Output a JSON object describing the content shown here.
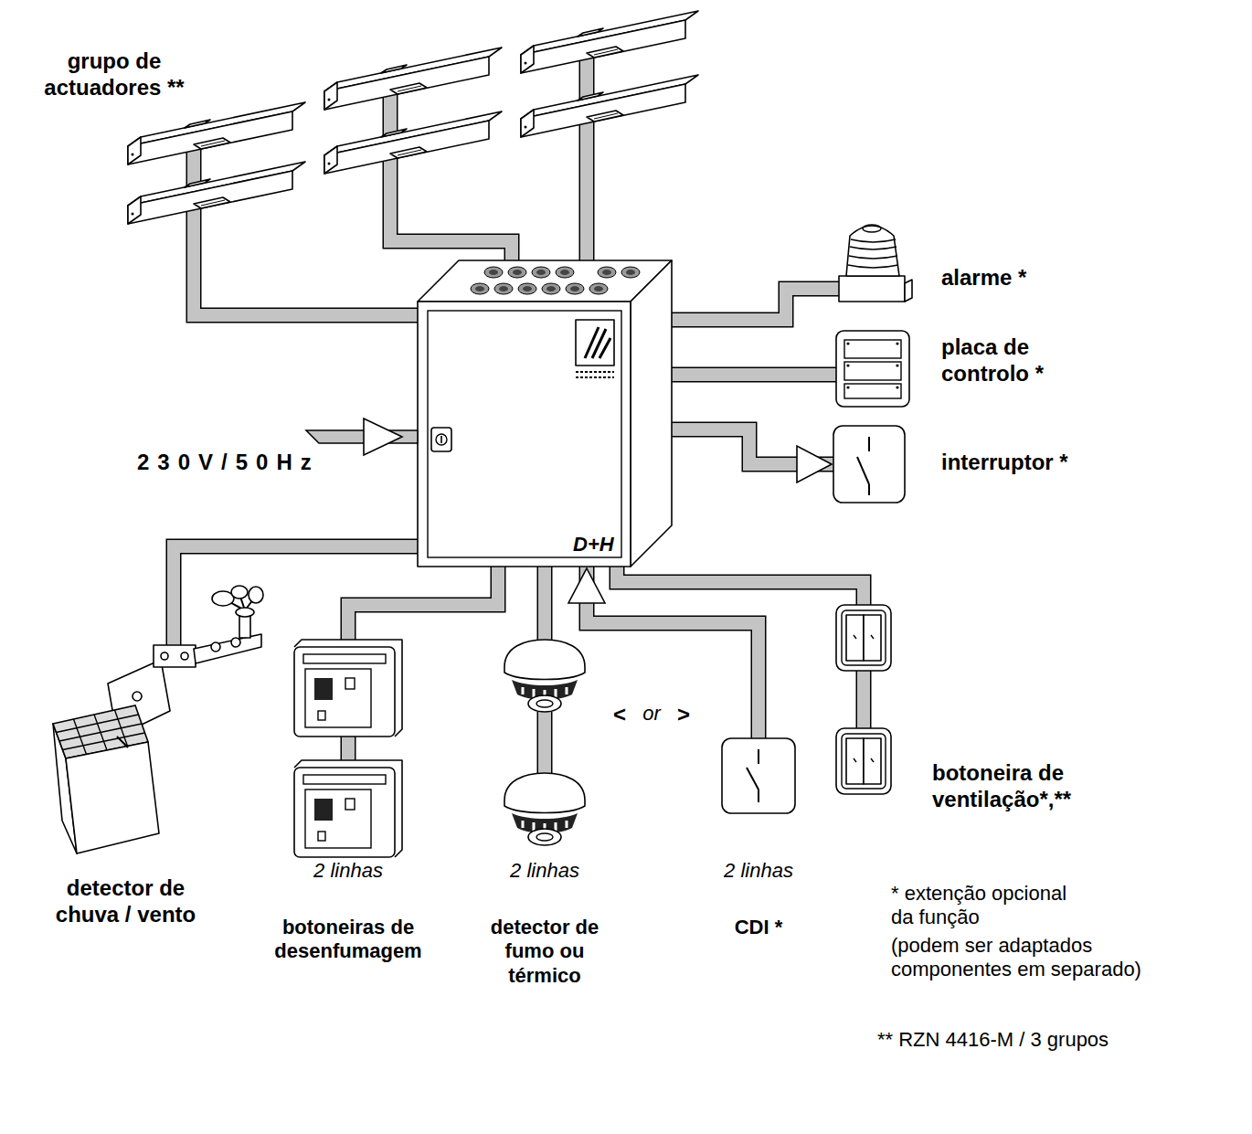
{
  "diagram": {
    "nodes": [
      {
        "text": [
          "grupo de actuadores **"
        ]
      },
      {
        "text": [
          "alarme *"
        ]
      },
      {
        "text": [
          "placa de controlo *"
        ]
      },
      {
        "text": [
          "D+H"
        ]
      },
      {
        "text": [
          "interruptor *"
        ]
      },
      {
        "text": [
          "botoneira de ventilação*,**"
        ]
      },
      {
        "text": [
          "detector de chuva / vento"
        ]
      },
      {
        "text": [
          "2 linhas",
          "botoneiras de desenfumagem"
        ]
      },
      {
        "text": [
          "2 linhas",
          "detector de fumo ou térmico"
        ]
      },
      {
        "text": [
          "2 linhas",
          "CDI *"
        ]
      }
    ],
    "edges": [
      {
        "from": 3,
        "to": 0,
        "arrow": "none"
      },
      {
        "from": 3,
        "to": 1,
        "arrow": "none"
      },
      {
        "from": 3,
        "to": 2,
        "arrow": "none"
      },
      {
        "from": 3,
        "to": 4,
        "arrow": "to"
      },
      {
        "from": 3,
        "to": 5,
        "arrow": "none"
      },
      {
        "from": 3,
        "to": 6,
        "arrow": "none"
      },
      {
        "from": 3,
        "to": 7,
        "arrow": "none"
      },
      {
        "from": 3,
        "to": 8,
        "arrow": "none"
      },
      {
        "from": 9,
        "to": 3,
        "arrow": "to"
      }
    ],
    "labels": [
      "230V/50Hz",
      "<",
      "or",
      ">",
      "* extenção opcional da função",
      "(podem ser adaptados componentes em separado)",
      "** RZN 4416-M / 3 grupos"
    ]
  }
}
